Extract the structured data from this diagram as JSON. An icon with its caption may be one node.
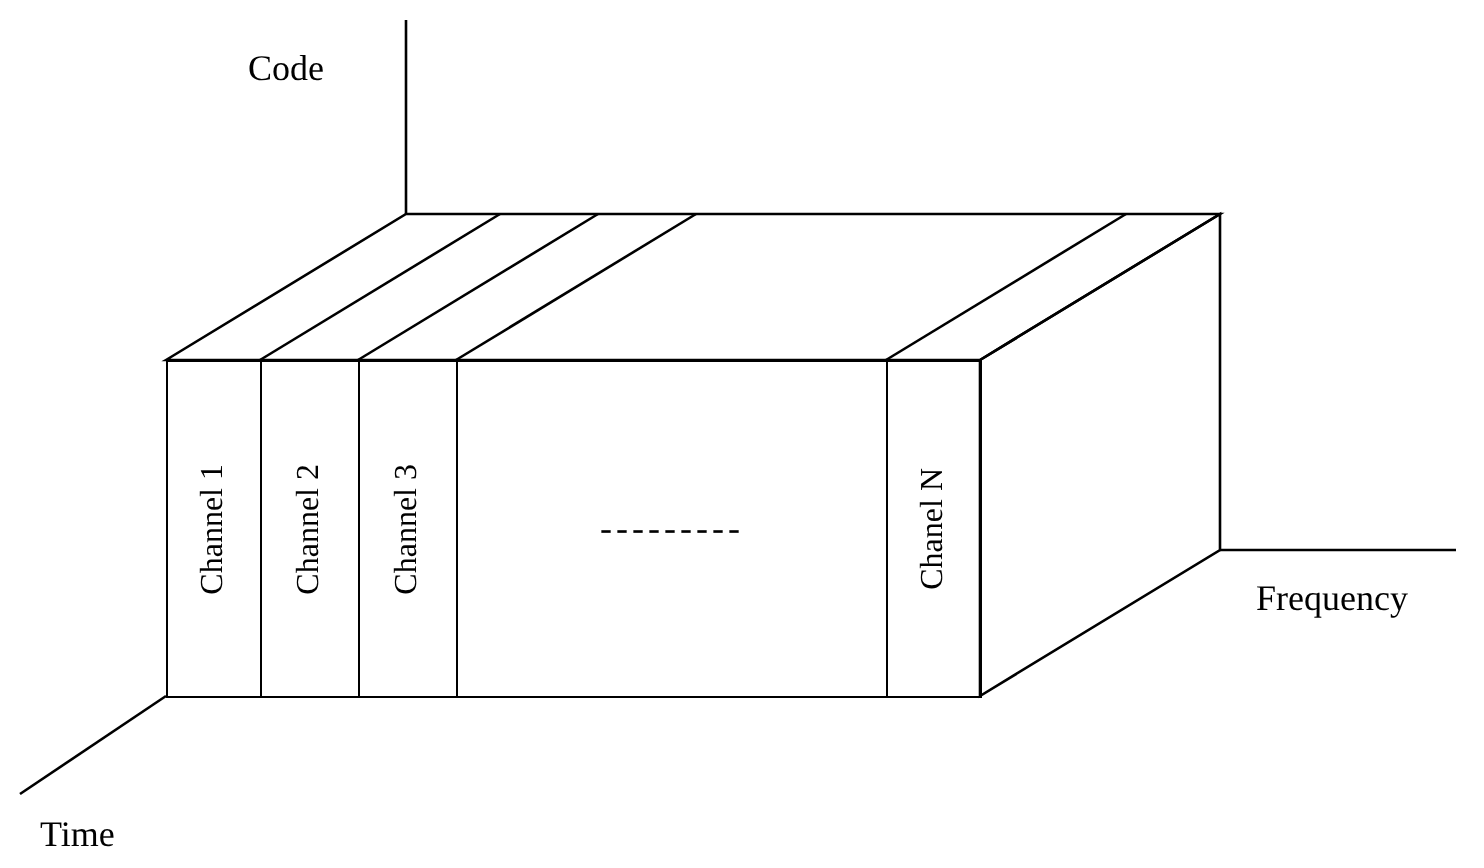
{
  "diagram": {
    "nodes": [
      {
        "text": [
          "Channel 1"
        ]
      },
      {
        "text": [
          "Channel 2"
        ]
      },
      {
        "text": [
          "Channel 3"
        ]
      },
      {
        "text": [
          "---------"
        ]
      },
      {
        "text": [
          "Chanel N"
        ]
      }
    ],
    "labels": [
      "Code",
      "Frequency",
      "Time"
    ]
  }
}
